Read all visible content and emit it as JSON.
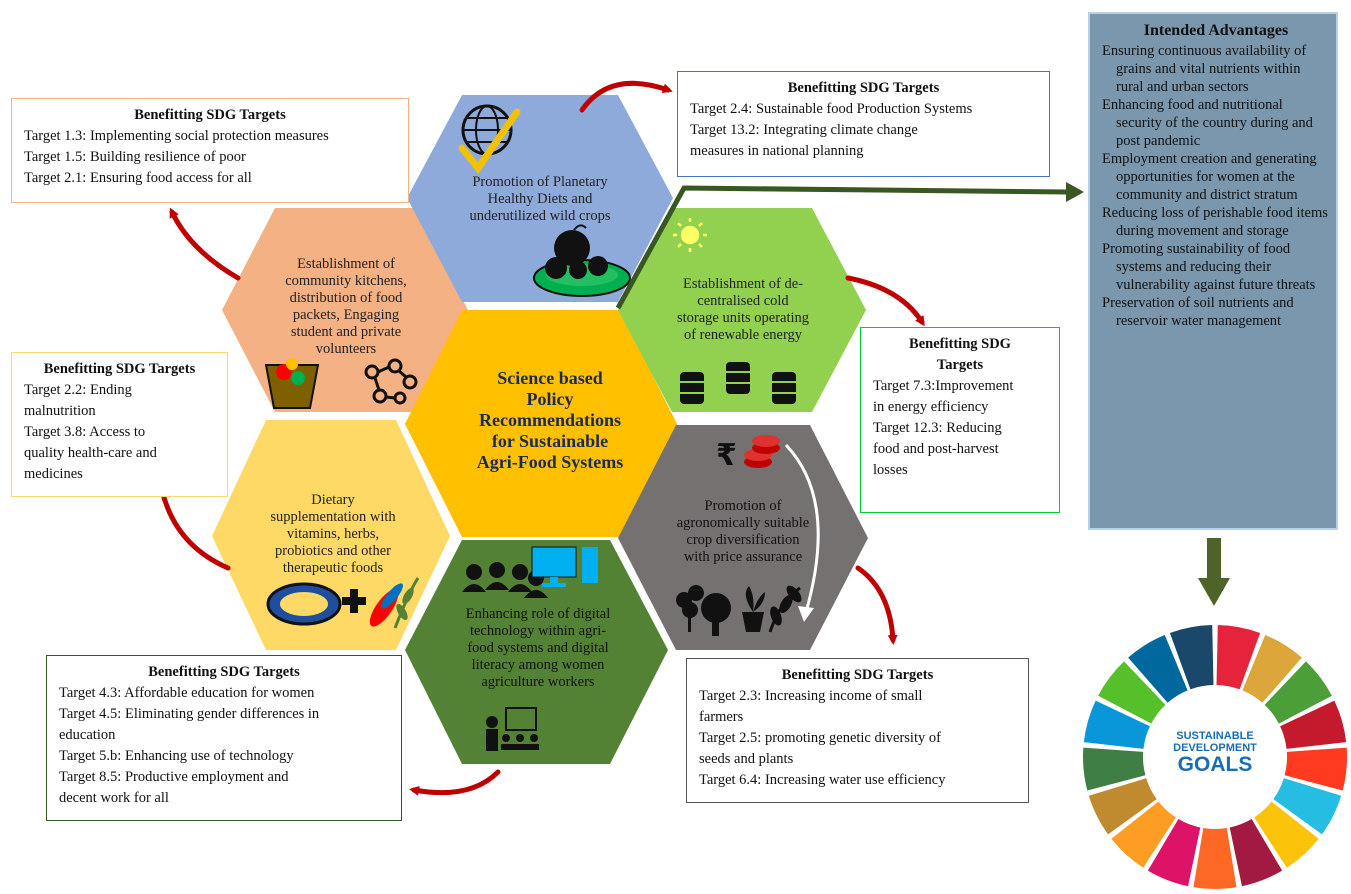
{
  "center": {
    "line1": "Science based",
    "line2": "Policy",
    "line3": "Recommendations",
    "line4": "for Sustainable",
    "line5": "Agri-Food Systems"
  },
  "hexagons": {
    "planetary": {
      "l1": "Promotion of Planetary",
      "l2": "Healthy Diets and",
      "l3": "underutilized wild crops"
    },
    "cold_storage": {
      "l1": "Establishment of de-",
      "l2": "centralised cold",
      "l3": "storage units operating",
      "l4": "of renewable energy"
    },
    "crop": {
      "l1": "Promotion of",
      "l2": "agronomically suitable",
      "l3": "crop diversification",
      "l4": "with price assurance"
    },
    "digital": {
      "l1": "Enhancing role of digital",
      "l2": "technology within agri-",
      "l3": "food systems and digital",
      "l4": "literacy among women",
      "l5": "agriculture workers"
    },
    "dietary": {
      "l1": "Dietary",
      "l2": "supplementation with",
      "l3": "vitamins, herbs,",
      "l4": "probiotics and other",
      "l5": "therapeutic foods"
    },
    "kitchens": {
      "l1": "Establishment of",
      "l2": "community kitchens,",
      "l3": "distribution of food",
      "l4": "packets, Engaging",
      "l5": "student and private",
      "l6": "volunteers"
    }
  },
  "boxes": {
    "top_right": {
      "title": "Benefitting SDG Targets",
      "lines": [
        "Target 2.4: Sustainable food Production Systems",
        "Target 13.2: Integrating climate change",
        "measures in national planning"
      ]
    },
    "top_left": {
      "title": "Benefitting SDG Targets",
      "lines": [
        "Target 1.3: Implementing social protection measures",
        "Target 1.5: Building resilience of poor",
        "Target 2.1: Ensuring food access for all"
      ]
    },
    "mid_left": {
      "title": "Benefitting SDG Targets",
      "lines": [
        "Target 2.2: Ending",
        "malnutrition",
        "Target 3.8: Access to",
        "quality health-care and",
        "medicines"
      ]
    },
    "mid_right": {
      "title1": "Benefitting SDG",
      "title2": "Targets",
      "lines": [
        "Target 7.3:Improvement",
        "in energy efficiency",
        "Target 12.3: Reducing",
        "food and post-harvest",
        "losses"
      ]
    },
    "bottom_left": {
      "title": "Benefitting SDG Targets",
      "lines": [
        "Target 4.3: Affordable education for women",
        "Target 4.5: Eliminating gender differences in",
        "education",
        "Target 5.b: Enhancing use of technology",
        "Target 8.5: Productive employment and",
        "decent work for all"
      ]
    },
    "bottom_right": {
      "title": "Benefitting SDG Targets",
      "lines": [
        "Target 2.3: Increasing income of small",
        "farmers",
        "Target 2.5: promoting genetic diversity of",
        "seeds and plants",
        "Target 6.4: Increasing water use efficiency"
      ]
    }
  },
  "advantages": {
    "title": "Intended Advantages",
    "items": [
      "Ensuring continuous availability of grains and vital nutrients within rural and urban sectors",
      "Enhancing food and nutritional security of the country during and post pandemic",
      "Employment creation and generating opportunities for women at the community and district stratum",
      "Reducing loss of perishable food items during movement and storage",
      "Promoting sustainability of food systems and reducing their vulnerability against future threats",
      "Preservation of soil nutrients and reservoir water management"
    ]
  },
  "sdg_logo": {
    "line1": "SUSTAINABLE",
    "line2": "DEVELOPMENT",
    "line3": "GOALS"
  },
  "colors": {
    "center": "#ffc000",
    "planetary": "#8eaadb",
    "cold_storage": "#92d050",
    "crop": "#767171",
    "digital": "#548235",
    "dietary": "#ffd966",
    "kitchens": "#f4b183",
    "arrow_red": "#c00000",
    "arrow_green": "#385723",
    "advantages_bg": "#7b97ad"
  }
}
